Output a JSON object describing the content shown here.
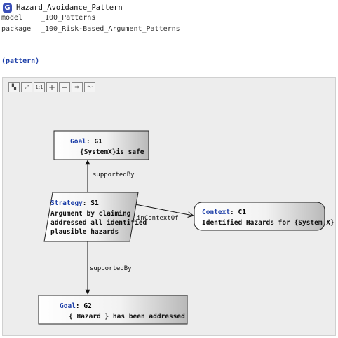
{
  "header": {
    "badge": "G",
    "title": "Hazard_Avoidance_Pattern",
    "model_label": "model",
    "model_value": "_100_Patterns",
    "package_label": "package",
    "package_value": "_100_Risk-Based_Argument_Patterns",
    "pattern_keyword": "(pattern)"
  },
  "toolbar": {
    "buttons": [
      {
        "icon": "layout-icon",
        "glyph": "▚"
      },
      {
        "icon": "fit-icon",
        "glyph": "⤢"
      },
      {
        "icon": "actual-size-icon",
        "glyph": "1:1"
      },
      {
        "icon": "zoom-in-icon",
        "glyph": "+"
      },
      {
        "icon": "zoom-out-icon",
        "glyph": "−"
      },
      {
        "icon": "export-icon",
        "glyph": "⇨"
      },
      {
        "icon": "route-icon",
        "glyph": "〜"
      }
    ]
  },
  "diagram": {
    "goal_g1": {
      "kind": "Goal",
      "id": "G1",
      "text": "{SystemX}is safe"
    },
    "strategy_s1": {
      "kind": "Strategy",
      "id": "S1",
      "lines": [
        "Argument by claiming",
        "addressed all identified",
        "plausible hazards"
      ]
    },
    "context_c1": {
      "kind": "Context",
      "id": "C1",
      "text": "Identified Hazards for  {System X}"
    },
    "goal_g2": {
      "kind": "Goal",
      "id": "G2",
      "text": "{    Hazard } has been addressed"
    },
    "edges": {
      "s1_g1": "supportedBy",
      "s1_c1": "inContextOf",
      "s1_g2": "supportedBy"
    }
  }
}
